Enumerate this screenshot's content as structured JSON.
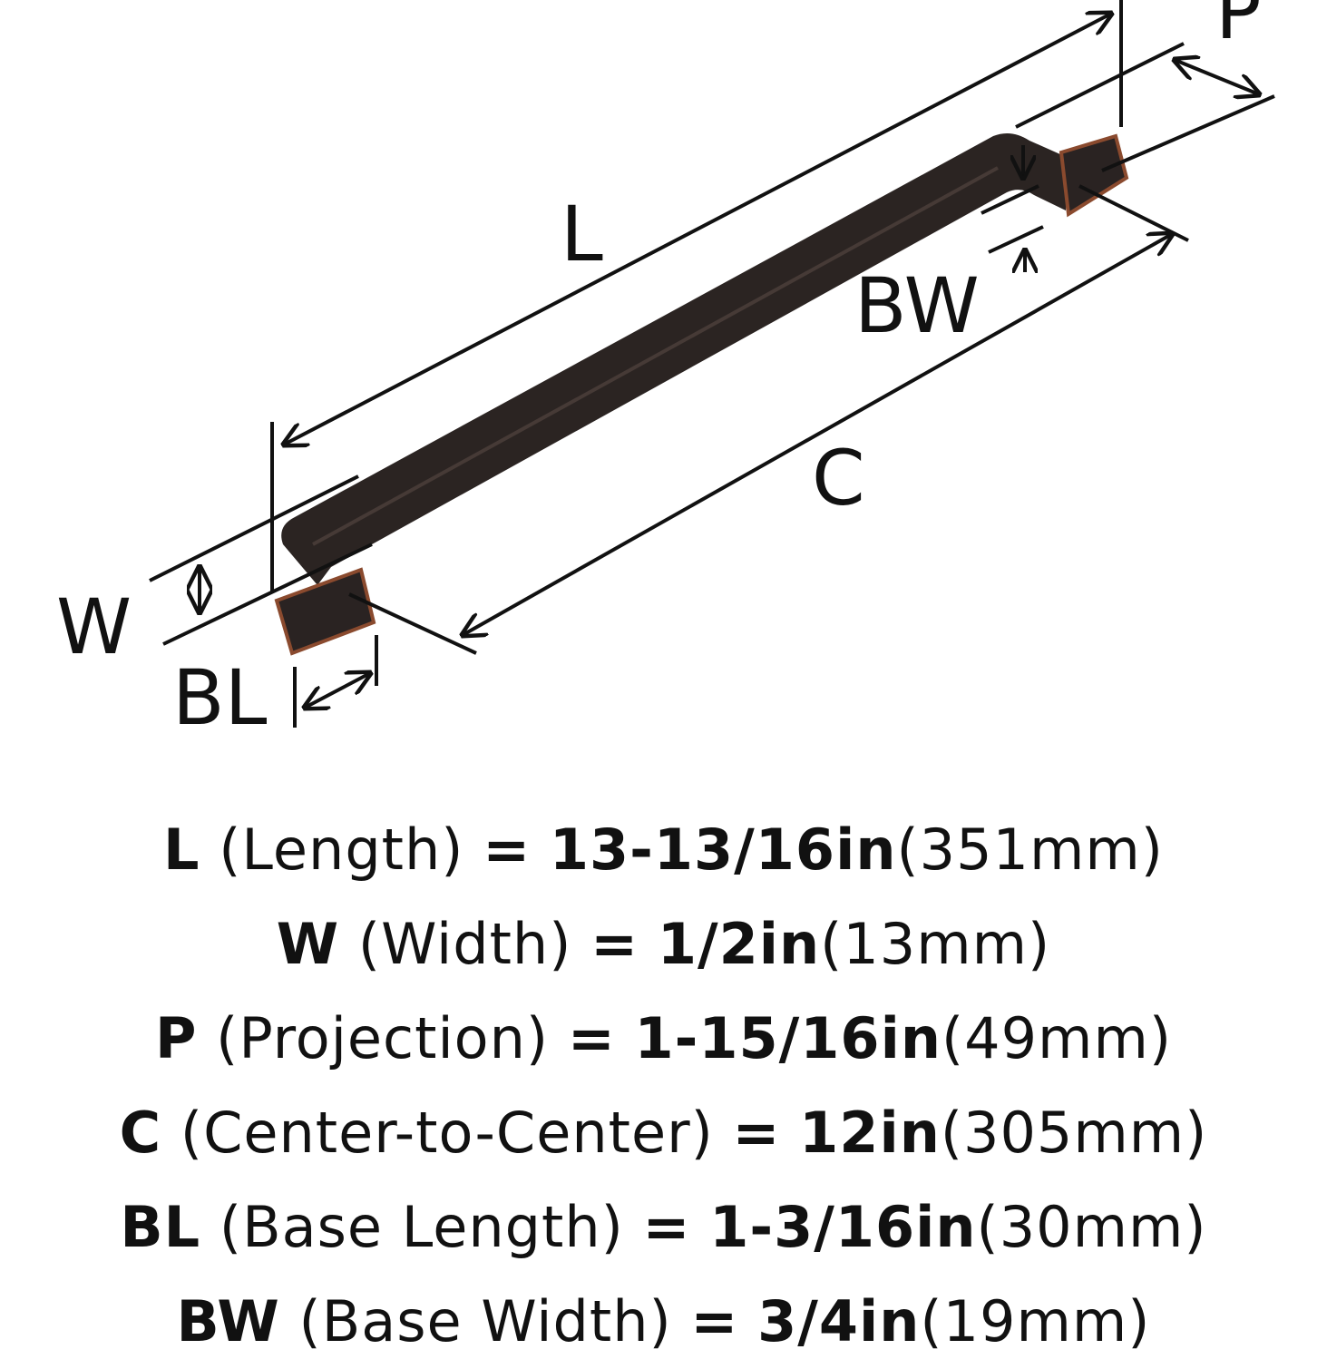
{
  "diagram": {
    "labels": {
      "L": "L",
      "P": "P",
      "BW": "BW",
      "C": "C",
      "W": "W",
      "BL": "BL"
    },
    "colors": {
      "finish": "#2b2422",
      "copper_edge": "#8a4a2e",
      "line": "#111111"
    }
  },
  "specs": [
    {
      "key": "L",
      "desc": "(Length)",
      "eq": "=",
      "value": "13-13/16in",
      "metric": "(351mm)"
    },
    {
      "key": "W",
      "desc": "(Width)",
      "eq": "=",
      "value": "1/2in",
      "metric": "(13mm)"
    },
    {
      "key": "P",
      "desc": "(Projection)",
      "eq": "=",
      "value": "1-15/16in",
      "metric": "(49mm)"
    },
    {
      "key": "C",
      "desc": "(Center-to-Center)",
      "eq": "=",
      "value": "12in",
      "metric": "(305mm)"
    },
    {
      "key": "BL",
      "desc": "(Base Length)",
      "eq": "=",
      "value": "1-3/16in",
      "metric": "(30mm)"
    },
    {
      "key": "BW",
      "desc": "(Base Width)",
      "eq": "=",
      "value": "3/4in",
      "metric": "(19mm)"
    }
  ]
}
